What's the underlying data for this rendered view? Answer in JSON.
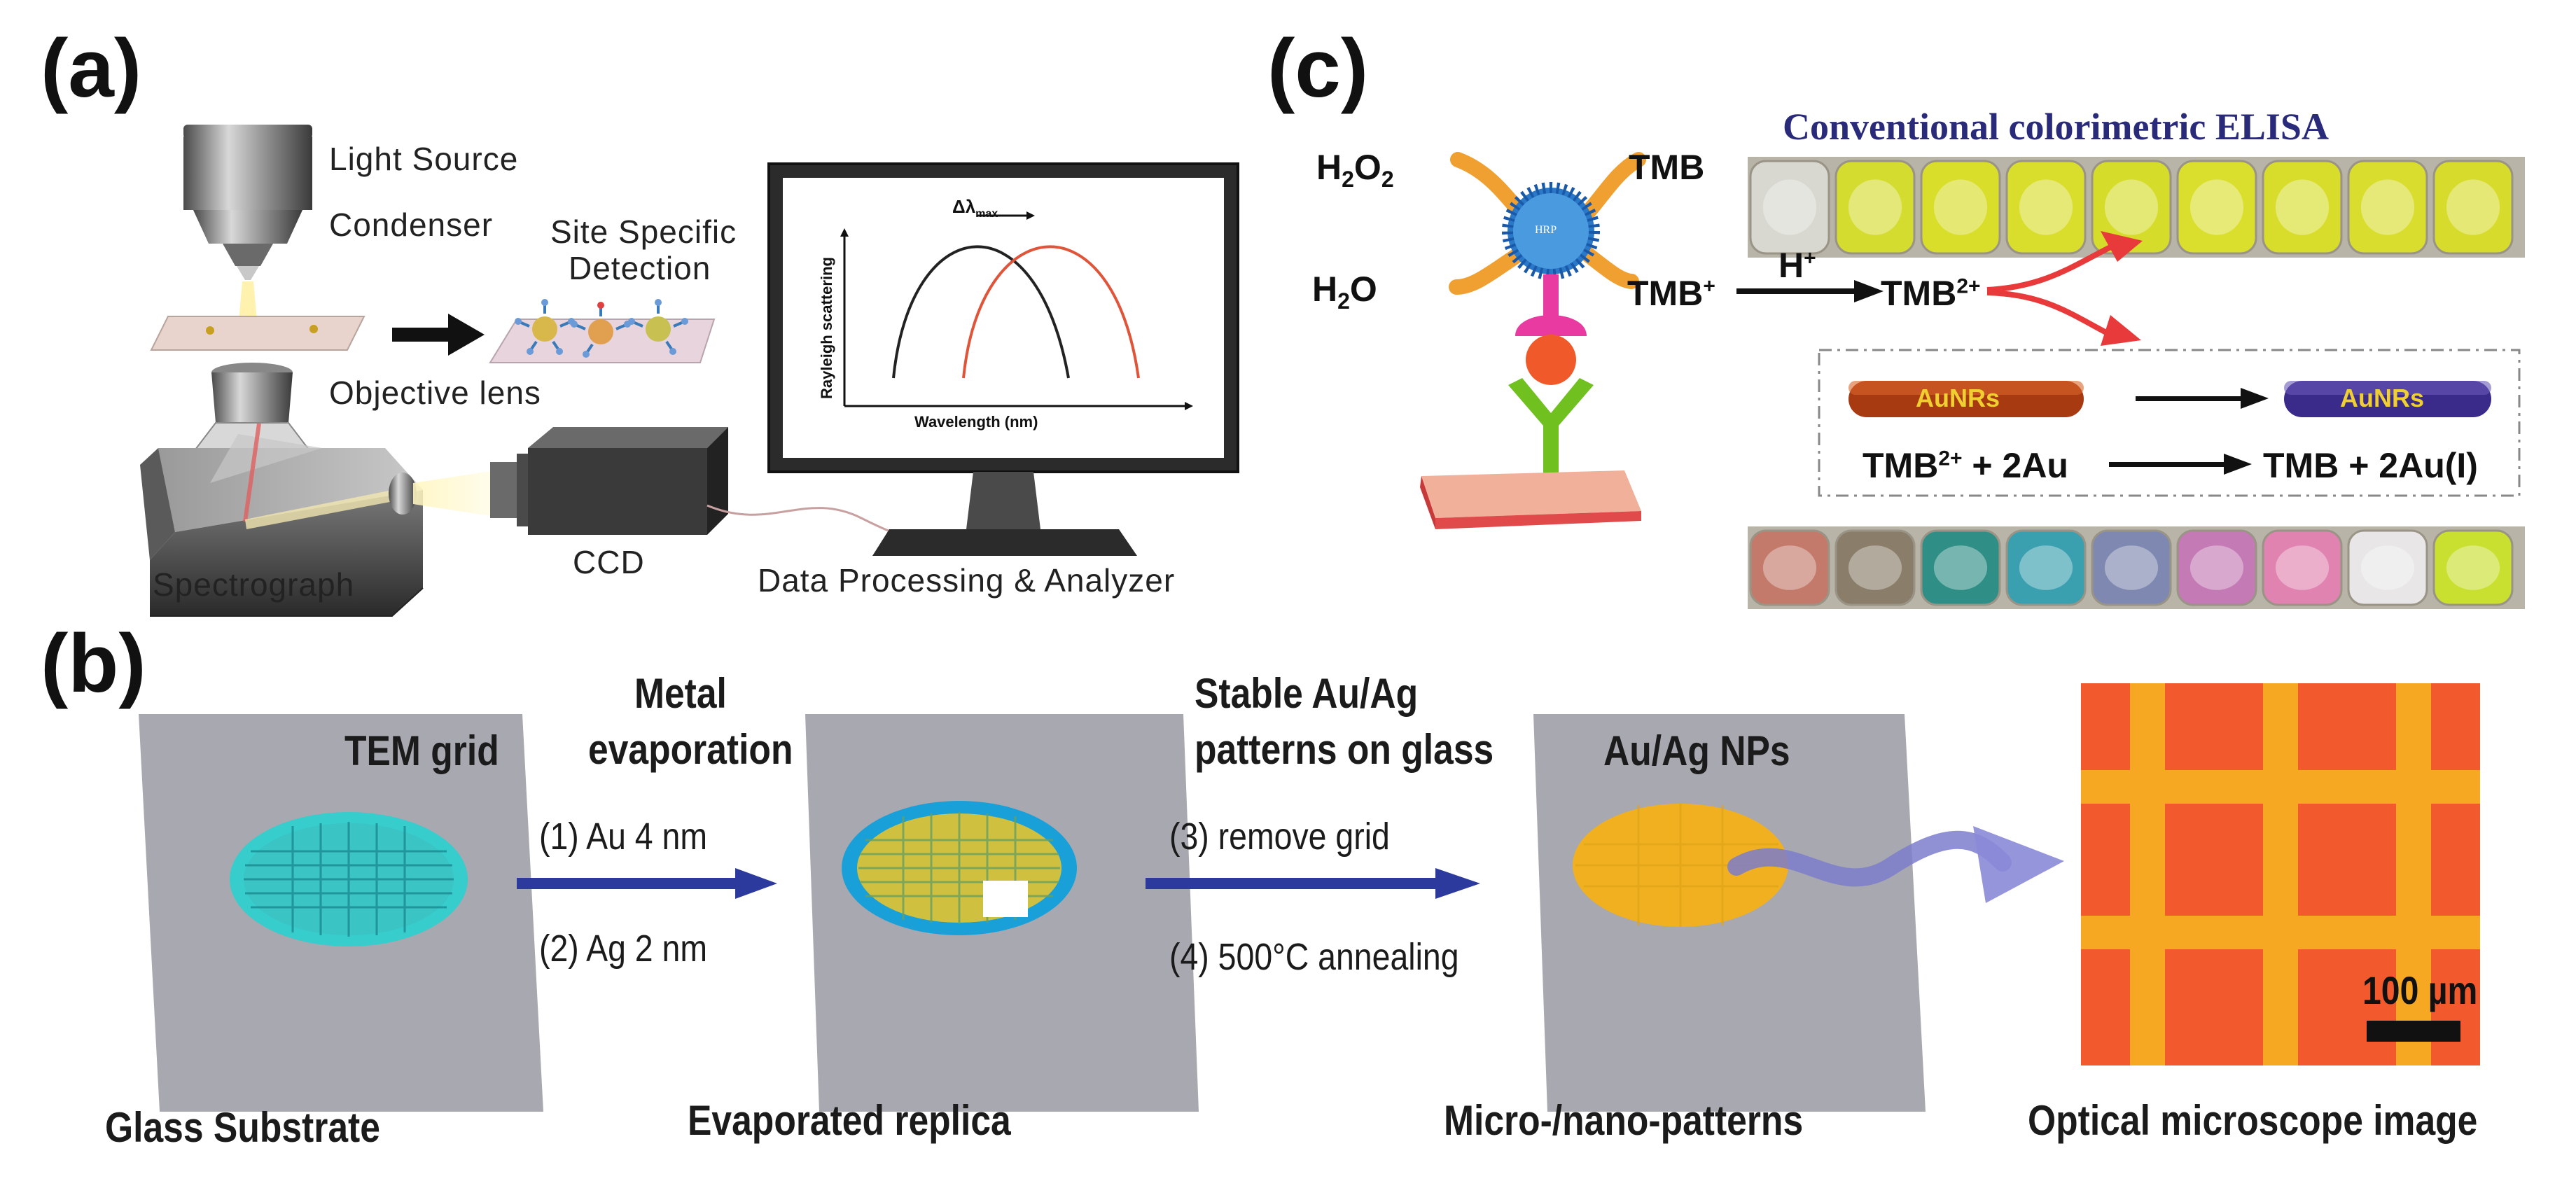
{
  "panel_a": {
    "label": "(a)",
    "light_source": "Light Source",
    "condenser": "Condenser",
    "site_specific_1": "Site Specific",
    "site_specific_2": "Detection",
    "objective": "Objective lens",
    "spectrograph": "Spectrograph",
    "ccd": "CCD",
    "data_processing": "Data Processing & Analyzer",
    "monitor_chart": {
      "ylabel": "Rayleigh scattering",
      "xlabel": "Wavelength (nm)",
      "shift_label": "Δλ",
      "shift_sub": "max",
      "series_colors": [
        "#222222",
        "#e0553a"
      ]
    }
  },
  "panel_b": {
    "label": "(b)",
    "tem_grid": "TEM grid",
    "metal_1": "Metal",
    "metal_2": "evaporation",
    "step1": "(1) Au 4 nm",
    "step2": "(2) Ag 2 nm",
    "stable_1": "Stable Au/Ag",
    "stable_2": "patterns on glass",
    "step3": "(3) remove grid",
    "step4": "(4) 500°C annealing",
    "nps": "Au/Ag NPs",
    "scale": "100 µm",
    "cap_glass": "Glass Substrate",
    "cap_replica": "Evaporated replica",
    "cap_patterns": "Micro-/nano-patterns",
    "cap_optical": "Optical microscope image",
    "colors": {
      "arrow": "#2b3a9c",
      "grid_cyan": "#20c0c8",
      "np_gold": "#f0b020",
      "micro_red": "#f25a2e",
      "micro_orange": "#f7a823"
    }
  },
  "panel_c": {
    "label": "(c)",
    "title": "Conventional  colorimetric ELISA",
    "h2o2": "H",
    "h2o2_sub": "2",
    "h2o2_o": "O",
    "h2o2_sub2": "2",
    "h2o": "H",
    "h2o_sub": "2",
    "h2o_o": "O",
    "tmb": "TMB",
    "tmb_plus": "TMB",
    "tmb_plus_sup": "+",
    "hplus": "H",
    "hplus_sup": "+",
    "tmb2": "TMB",
    "tmb2_sup": "2+",
    "hrp": "HRP",
    "aunr": "AuNRs",
    "eq_left": "TMB",
    "eq_left_sup": "2+",
    "eq_left_rest": " + 2Au",
    "eq_right": "TMB + 2Au(I)",
    "top_wells": [
      "#d8d8d0",
      "#d4dc30",
      "#d8de2a",
      "#d9de2c",
      "#d6dc2a",
      "#dadf2e",
      "#d8dd2c",
      "#d9de2e",
      "#d7dc2c"
    ],
    "bottom_wells": [
      "#c47a6a",
      "#8a7d6a",
      "#2f8f86",
      "#3aa0b0",
      "#7e88b0",
      "#c47ab4",
      "#e083b0",
      "#e8e6e6",
      "#c9e030"
    ]
  }
}
